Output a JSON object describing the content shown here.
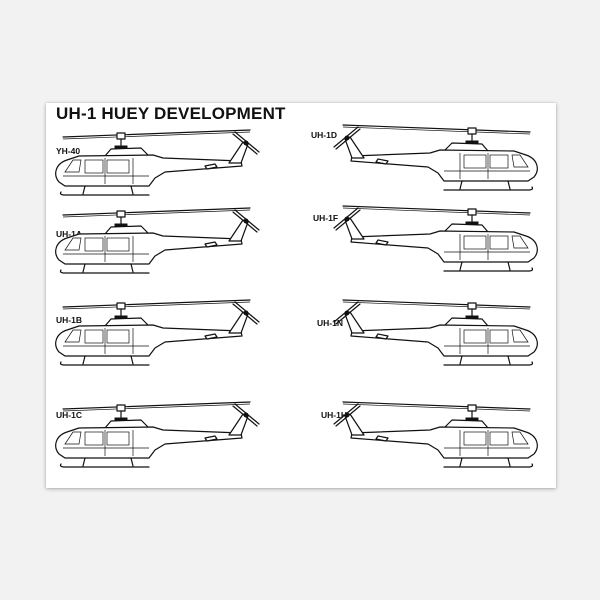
{
  "title": "UH-1 HUEY DEVELOPMENT",
  "variants": [
    {
      "label": "YH-40"
    },
    {
      "label": "UH-1A"
    },
    {
      "label": "UH-1B"
    },
    {
      "label": "UH-1C"
    },
    {
      "label": "UH-1D"
    },
    {
      "label": "UH-1F"
    },
    {
      "label": "UH-1N"
    },
    {
      "label": "UH-1H"
    }
  ]
}
